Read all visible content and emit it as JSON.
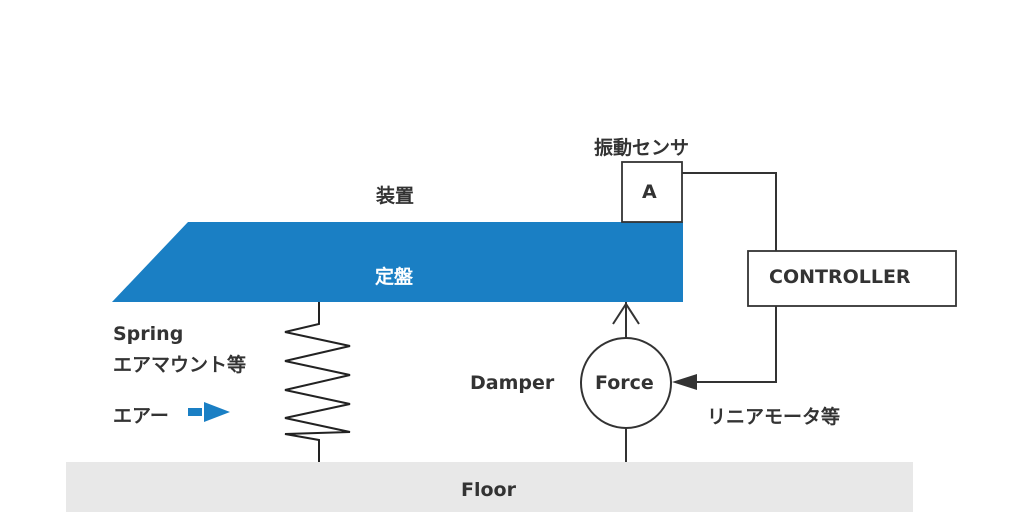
{
  "labels": {
    "sensor_title": "振動センサ",
    "sensor_box": "A",
    "equipment": "装置",
    "table": "定盤",
    "controller": "CONTROLLER",
    "spring_en": "Spring",
    "spring_jp": "エアマウント等",
    "air": "エアー",
    "damper": "Damper",
    "force": "Force",
    "actuator": "リニアモータ等",
    "floor": "Floor"
  },
  "colors": {
    "table_fill": "#1a7fc4",
    "floor_fill": "#e8e8e8",
    "line": "#333333",
    "air_arrow": "#1a7fc4"
  }
}
